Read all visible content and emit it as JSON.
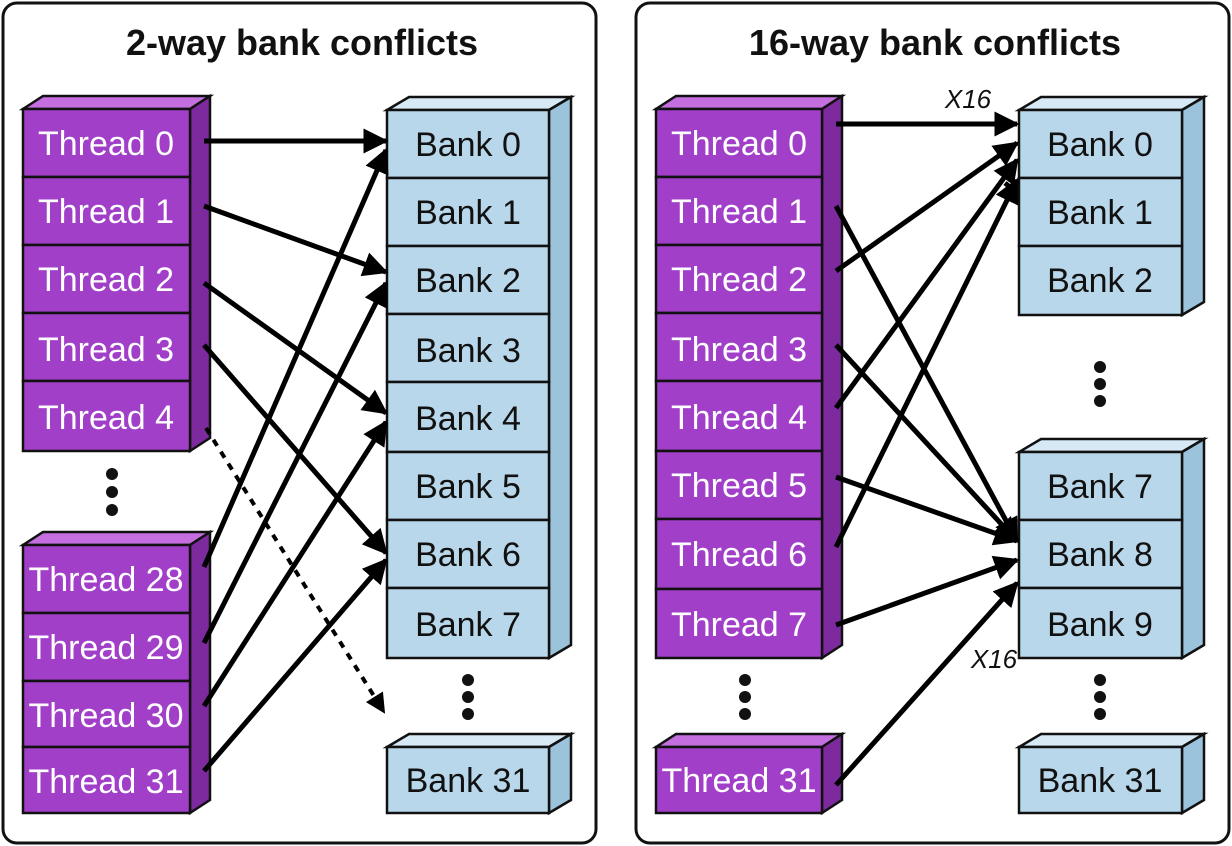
{
  "panels": [
    {
      "title": "2-way bank conflicts",
      "threads": [
        "Thread 0",
        "Thread 1",
        "Thread 2",
        "Thread 3",
        "Thread 4",
        "Thread 28",
        "Thread 29",
        "Thread 30",
        "Thread 31"
      ],
      "banks": [
        "Bank 0",
        "Bank 1",
        "Bank 2",
        "Bank 3",
        "Bank 4",
        "Bank 5",
        "Bank 6",
        "Bank 7",
        "Bank 31"
      ]
    },
    {
      "title": "16-way bank conflicts",
      "threads": [
        "Thread 0",
        "Thread 1",
        "Thread 2",
        "Thread 3",
        "Thread 4",
        "Thread 5",
        "Thread 6",
        "Thread 7",
        "Thread 31"
      ],
      "banks": [
        "Bank 0",
        "Bank 1",
        "Bank 2",
        "Bank 7",
        "Bank 8",
        "Bank 9",
        "Bank 31"
      ],
      "labels": [
        "X16",
        "X16"
      ]
    }
  ],
  "colors": {
    "thread_face": "#a13fc9",
    "thread_top": "#c56ee0",
    "thread_side": "#7c2a9e",
    "bank_face": "#b9d7ea",
    "bank_top": "#d6e9f5",
    "bank_side": "#9cc3dc",
    "outline": "#1a1a1a"
  }
}
